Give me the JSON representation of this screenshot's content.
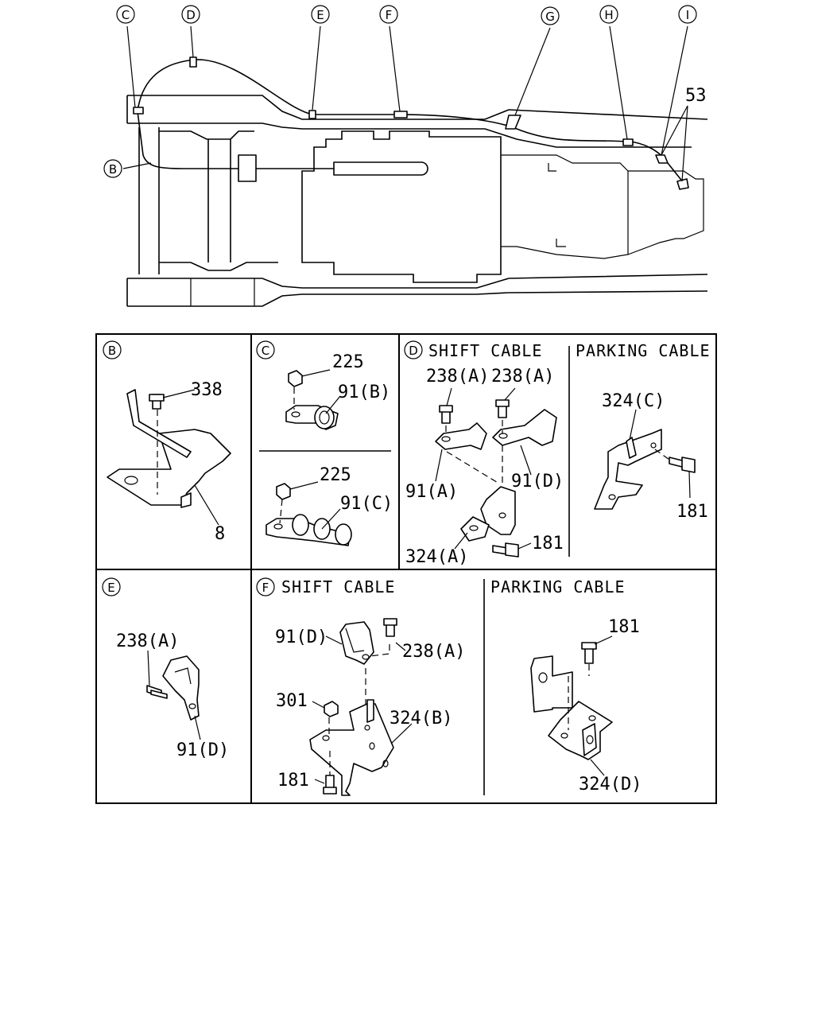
{
  "overview": {
    "callouts": [
      {
        "id": "C",
        "letter": "C"
      },
      {
        "id": "D",
        "letter": "D"
      },
      {
        "id": "E",
        "letter": "E"
      },
      {
        "id": "F",
        "letter": "F"
      },
      {
        "id": "G",
        "letter": "G"
      },
      {
        "id": "H",
        "letter": "H"
      },
      {
        "id": "I",
        "letter": "I"
      },
      {
        "id": "B",
        "letter": "B"
      }
    ],
    "part_53": "53"
  },
  "panels": {
    "B": {
      "letter": "B",
      "parts": {
        "p338": "338",
        "p8": "8"
      }
    },
    "C": {
      "letter": "C",
      "parts": {
        "p225a": "225",
        "p91b": "91(B)",
        "p225b": "225",
        "p91c": "91(C)"
      }
    },
    "D": {
      "letter": "D",
      "shift_title": "SHIFT CABLE",
      "parking_title": "PARKING CABLE",
      "parts": {
        "p238a1": "238(A)",
        "p238a2": "238(A)",
        "p91a": "91(A)",
        "p91d": "91(D)",
        "p324a": "324(A)",
        "p181a": "181",
        "p324c": "324(C)",
        "p181b": "181"
      }
    },
    "E": {
      "letter": "E",
      "parts": {
        "p238a": "238(A)",
        "p91d": "91(D)"
      }
    },
    "F": {
      "letter": "F",
      "shift_title": "SHIFT CABLE",
      "parking_title": "PARKING CABLE",
      "parts": {
        "p91d": "91(D)",
        "p238a": "238(A)",
        "p301": "301",
        "p324b": "324(B)",
        "p181a": "181",
        "p181b": "181",
        "p324d": "324(D)"
      }
    }
  }
}
